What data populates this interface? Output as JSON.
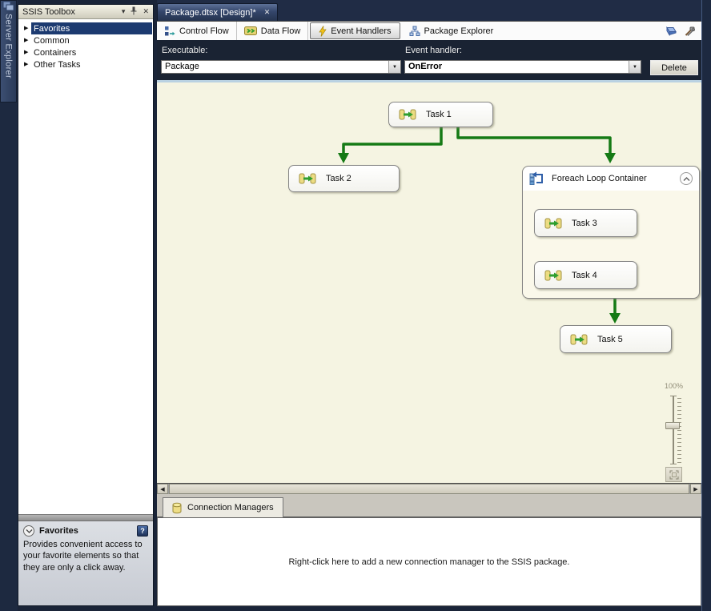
{
  "icons": {
    "toolbox_menu": "▾",
    "close": "✕",
    "combo_arrow": "▼",
    "tree_collapsed": "▶",
    "scroll_left": "◀",
    "scroll_right": "▶",
    "help": "?"
  },
  "server_explorer": {
    "label": "Server Explorer"
  },
  "toolbox": {
    "title": "SSIS Toolbox",
    "items": [
      {
        "label": "Favorites",
        "selected": true
      },
      {
        "label": "Common",
        "selected": false
      },
      {
        "label": "Containers",
        "selected": false
      },
      {
        "label": "Other Tasks",
        "selected": false
      }
    ],
    "info": {
      "title": "Favorites",
      "description": "Provides convenient access to your favorite elements so that they are only a click away."
    }
  },
  "document": {
    "tab_label": "Package.dtsx [Design]*"
  },
  "views": {
    "tabs": [
      {
        "label": "Control Flow",
        "selected": false
      },
      {
        "label": "Data Flow",
        "selected": false
      },
      {
        "label": "Event Handlers",
        "selected": true
      },
      {
        "label": "Package Explorer",
        "selected": false
      }
    ]
  },
  "params": {
    "executable_label": "Executable:",
    "executable_value": "Package",
    "event_handler_label": "Event handler:",
    "event_handler_value": "OnError",
    "delete_label": "Delete"
  },
  "canvas": {
    "tasks": [
      {
        "label": "Task 1"
      },
      {
        "label": "Task 2"
      },
      {
        "label": "Task 3"
      },
      {
        "label": "Task 4"
      },
      {
        "label": "Task 5"
      }
    ],
    "container": {
      "label": "Foreach Loop Container"
    },
    "zoom_level": "100%",
    "connector_color": "#157a15",
    "surface_color": "#f5f4e2"
  },
  "connection_managers": {
    "tab_label": "Connection Managers",
    "hint": "Right-click here to add a new connection manager to the SSIS package."
  }
}
